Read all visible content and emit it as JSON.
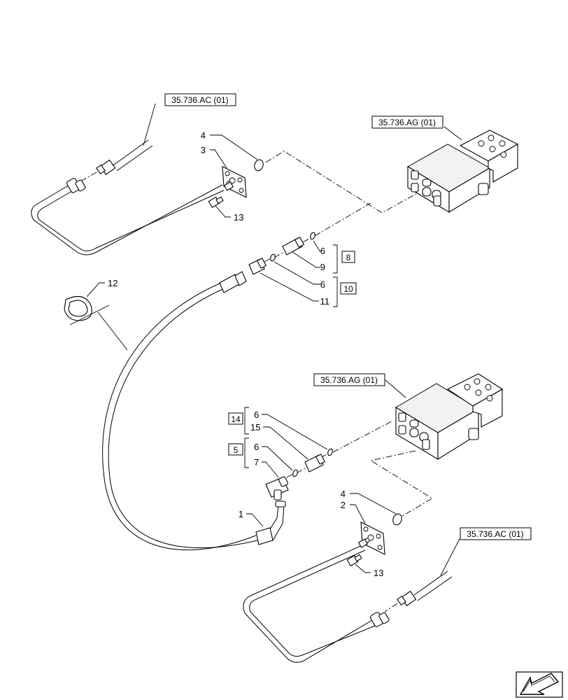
{
  "references": {
    "top_hose_ref": "35.736.AC (01)",
    "top_valve_ref": "35.736.AG (01)",
    "bottom_valve_ref": "35.736.AG (01)",
    "bottom_hose_ref": "35.736.AC (01)"
  },
  "callouts": {
    "c1": "1",
    "c2": "2",
    "c3": "3",
    "c4_top": "4",
    "c4_bottom": "4",
    "c6_a": "6",
    "c6_b": "6",
    "c6_c": "6",
    "c6_d": "6",
    "c7": "7",
    "c9": "9",
    "c11": "11",
    "c12": "12",
    "c13_top": "13",
    "c13_bottom": "13",
    "c15": "15"
  },
  "kits": {
    "k8": "8",
    "k10": "10",
    "k14": "14",
    "k5": "5"
  },
  "icons": {
    "nav": "arrow-icon"
  }
}
